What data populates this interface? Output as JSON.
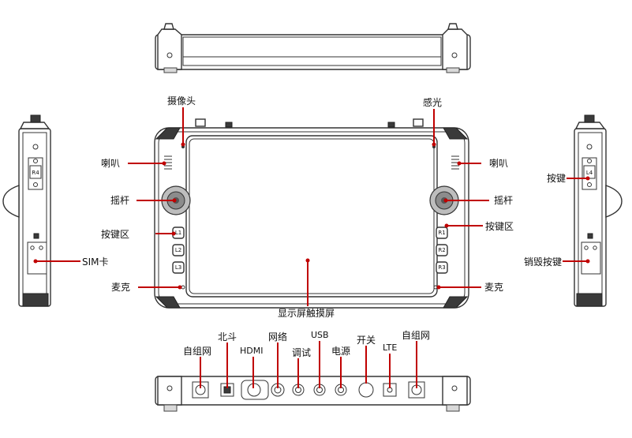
{
  "labels": {
    "camera": "摄像头",
    "light_sensor": "感光",
    "speaker_left": "喇叭",
    "speaker_right": "喇叭",
    "joystick_left": "摇杆",
    "joystick_right": "摇杆",
    "key_area_left": "按键区",
    "key_area_right": "按键区",
    "mic_left": "麦克",
    "mic_right": "麦克",
    "sim_card": "SIM卡",
    "key_right_side": "按键",
    "destroy_key": "销毁按键",
    "touch_screen": "显示屏触摸屏",
    "adhoc_left": "自组网",
    "beidou": "北斗",
    "hdmi": "HDMI",
    "network": "网络",
    "debug": "调试",
    "usb": "USB",
    "power": "电源",
    "switch": "开关",
    "lte": "LTE",
    "adhoc_right": "自组网"
  },
  "keys": {
    "left": [
      "L1",
      "L2",
      "L3"
    ],
    "right": [
      "R1",
      "R2",
      "R3"
    ],
    "side_left": "R4",
    "side_right": "L4"
  },
  "colors": {
    "callout": "#c00000",
    "outline": "#333333"
  }
}
